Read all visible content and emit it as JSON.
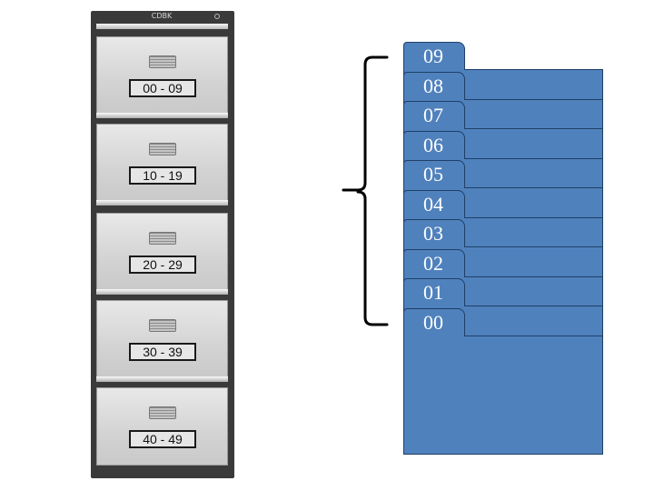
{
  "cabinet": {
    "brand": "CDBK",
    "drawers": [
      {
        "label": "00 - 09"
      },
      {
        "label": "10 - 19"
      },
      {
        "label": "20 - 29"
      },
      {
        "label": "30 - 39"
      },
      {
        "label": "40 - 49"
      }
    ]
  },
  "folders": [
    "09",
    "08",
    "07",
    "06",
    "05",
    "04",
    "03",
    "02",
    "01",
    "00"
  ],
  "colors": {
    "folder_fill": "#4f81bd",
    "folder_edge": "#1f3f66",
    "cabinet_body": "#3a3a3a",
    "drawer_face": "#d3d3d3"
  },
  "icons": {
    "drawer_handle": "drawer-handle-icon",
    "bracket": "curly-bracket-icon"
  }
}
